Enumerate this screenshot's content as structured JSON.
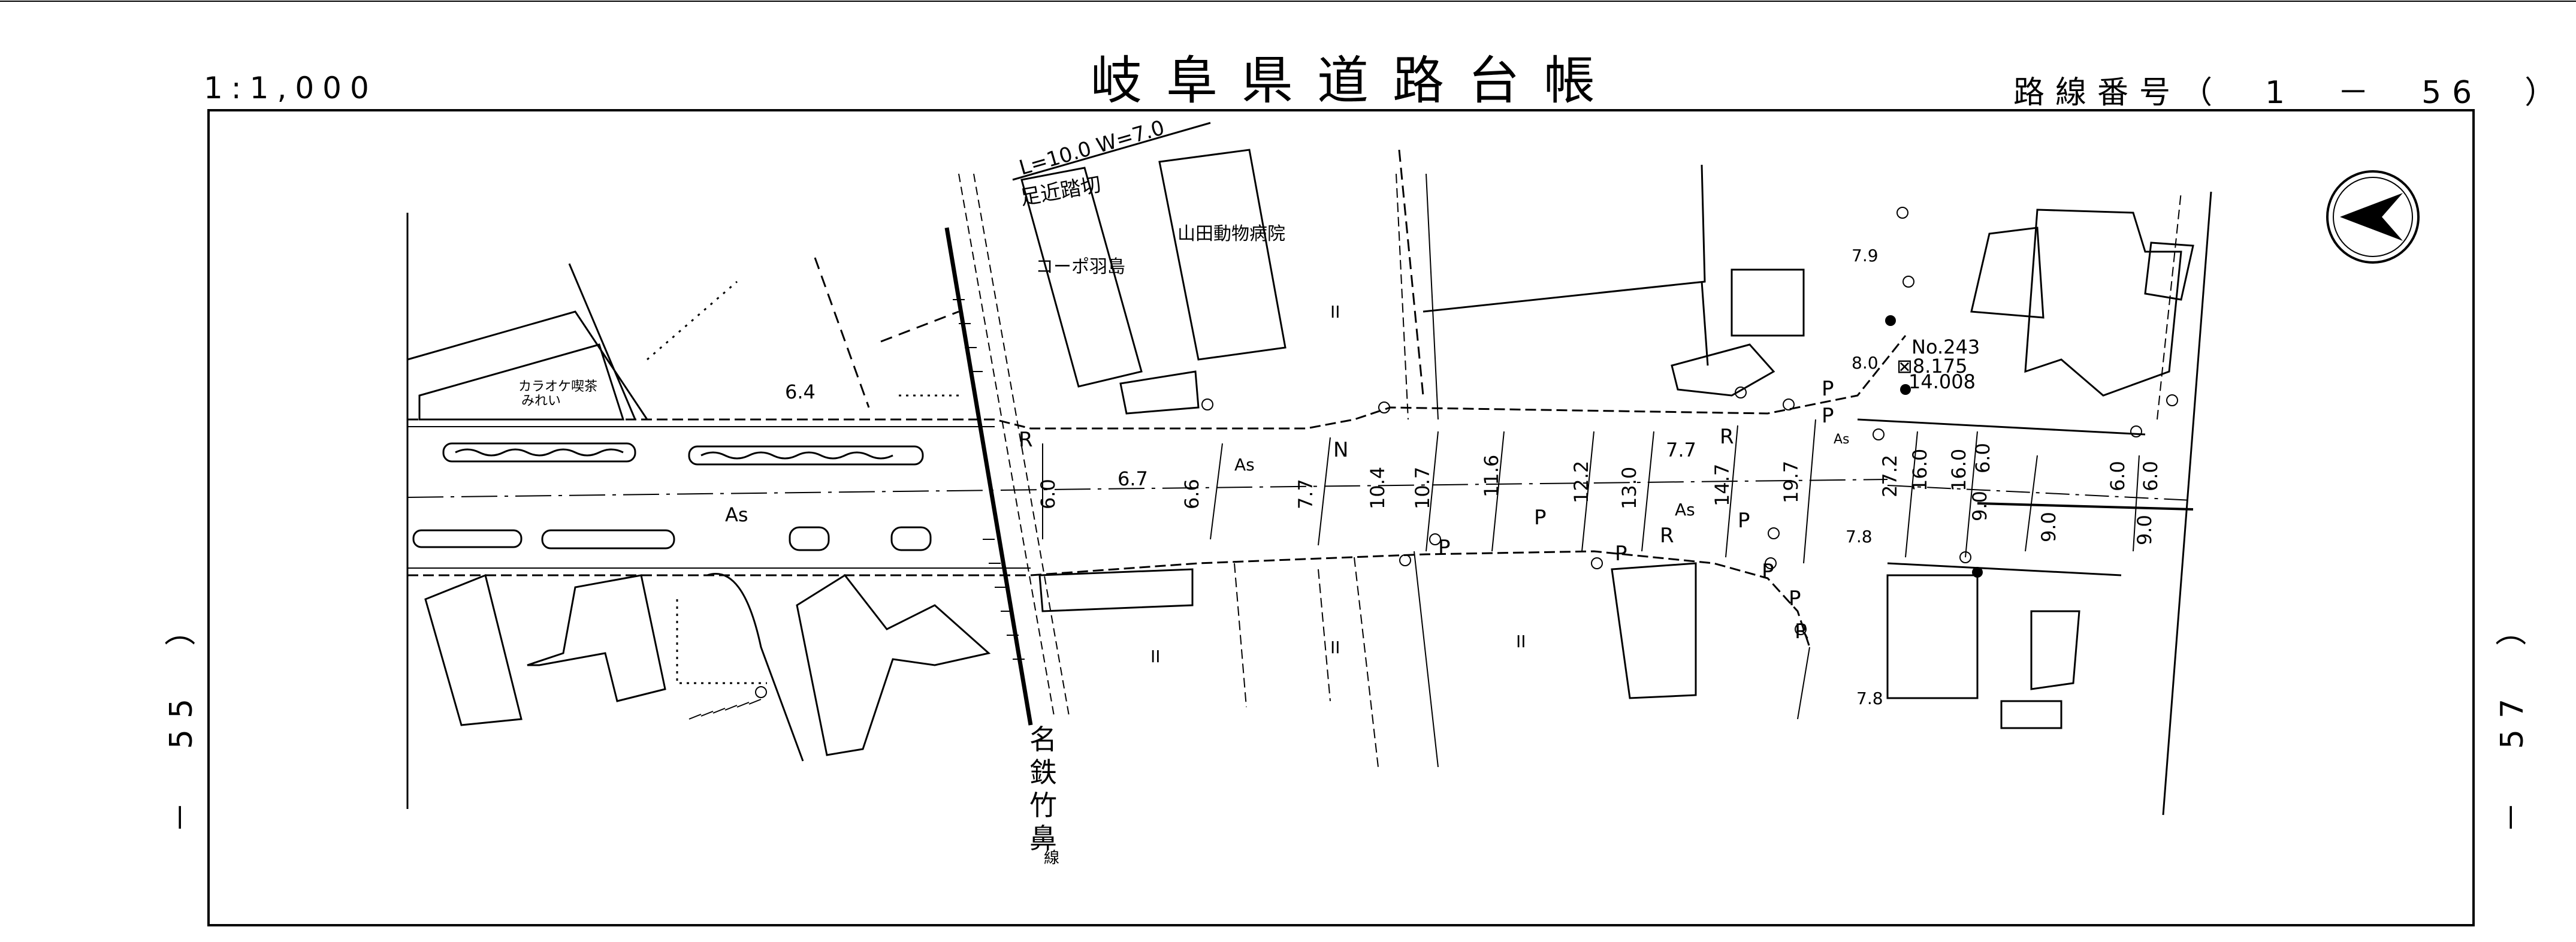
{
  "header": {
    "title": "岐阜県道路台帳",
    "scale": "1:1,000",
    "route_label": "路線番号（　1　－　56　）"
  },
  "adjacent_sheets": {
    "left": "－　55　）",
    "right": "－　57　）"
  },
  "map": {
    "railway": {
      "name": "名鉄竹鼻線",
      "chars": [
        "名",
        "鉄",
        "竹",
        "鼻",
        "線"
      ]
    },
    "crossing": {
      "name": "足近踏切",
      "spec": "L=10.0 W=7.0"
    },
    "buildings": [
      {
        "label": "コーポ羽島"
      },
      {
        "label": "山田動物病院"
      },
      {
        "label_line1": "カラオケ喫茶",
        "label_line2": "みれい"
      }
    ],
    "benchmark": {
      "number": "No.243",
      "line2": "⊠8.175",
      "line3": "14.008"
    },
    "widths": [
      "6.4",
      "6.0",
      "6.7",
      "6.6",
      "7.7",
      "10.4",
      "10.7",
      "11.6",
      "12.2",
      "13.0",
      "14.7",
      "19.7",
      "27.2",
      "16.0",
      "16.0",
      "9.0",
      "6.0",
      "6.0",
      "9.0",
      "9.0",
      "6.0",
      "7.7",
      "7.9",
      "8.0",
      "7.8",
      "7.8"
    ],
    "surface_labels": [
      "As",
      "As",
      "As",
      "As"
    ],
    "marks": {
      "R": "R",
      "P": "P",
      "N": "N",
      "II": "II"
    },
    "north_arrow": "north-arrow"
  }
}
